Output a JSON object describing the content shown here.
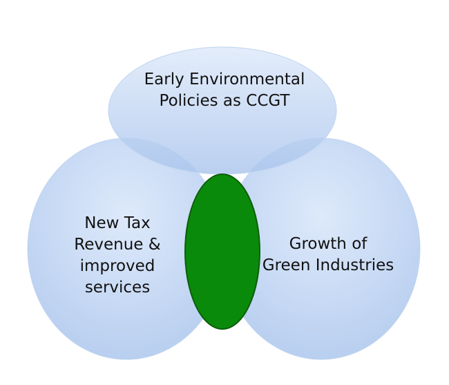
{
  "diagram": {
    "top_circle": {
      "lines": [
        "Early Environmental",
        "Policies as CCGT"
      ]
    },
    "left_circle": {
      "lines": [
        "New Tax",
        "Revenue &",
        "improved",
        "services"
      ]
    },
    "right_circle": {
      "lines": [
        "Growth of",
        "Green Industries"
      ]
    },
    "center": {
      "label": ""
    }
  },
  "colors": {
    "circle_fill_top": "#dce8fa",
    "circle_fill_bottom": "#a9c4ec",
    "circle_stroke": "#9fbbe4",
    "center_fill": "#0a8a0a",
    "center_stroke": "#0b5e0b"
  }
}
